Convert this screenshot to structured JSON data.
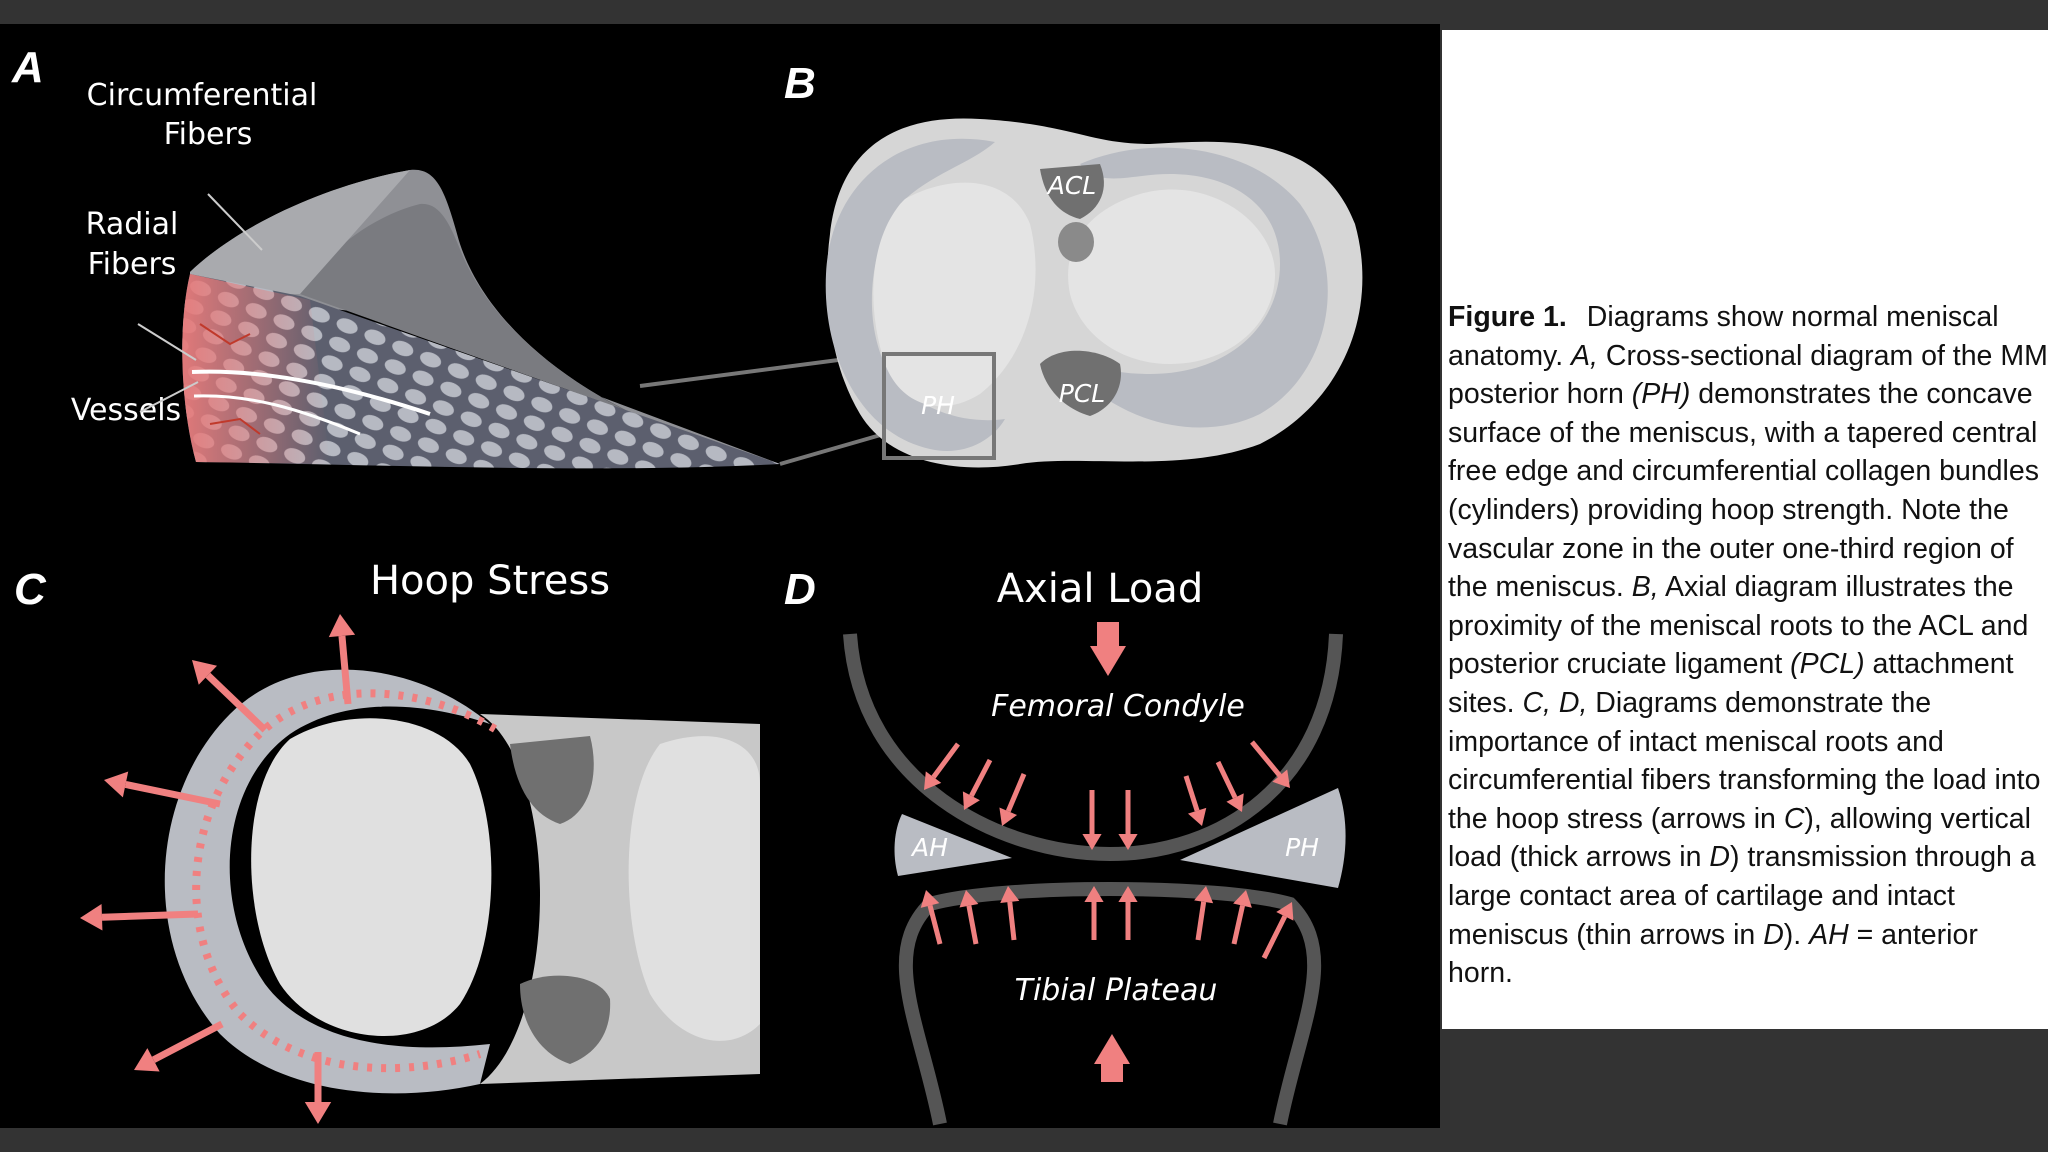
{
  "panels": {
    "a": {
      "letter": "A",
      "circumferential": [
        "Circumferential",
        "Fibers"
      ],
      "radial": [
        "Radial",
        "Fibers"
      ],
      "vessels": "Vessels"
    },
    "b": {
      "letter": "B",
      "acl": "ACL",
      "pcl": "PCL",
      "ph": "PH"
    },
    "c": {
      "letter": "C",
      "title": "Hoop Stress"
    },
    "d": {
      "letter": "D",
      "title": "Axial Load",
      "femoral": "Femoral Condyle",
      "tibial": "Tibial Plateau",
      "ah": "AH",
      "ph": "PH"
    }
  },
  "caption": {
    "label": "Figure 1.",
    "segments": [
      "Diagrams show normal meniscal anatomy. ",
      "A,",
      " Cross-sectional diagram of the MM posterior horn ",
      "(PH)",
      " demonstrates the concave surface of the meniscus, with a tapered central free edge and circumferential collagen bundles (cylinders) providing hoop strength. Note the vascular zone in the outer one-third region of the meniscus. ",
      "B,",
      " Axial diagram illustrates the proximity of the meniscal roots to the ACL and posterior cruciate ligament ",
      "(PCL)",
      " attachment sites. ",
      "C, D,",
      " Diagrams demonstrate the importance of intact meniscal roots and circumferential fibers transforming the load into the hoop stress (arrows in ",
      "C",
      "), allowing vertical load (thick arrows in ",
      "D",
      ") transmission through a large contact area of cartilage and intact meniscus (thin arrows in ",
      "D",
      "). ",
      "AH",
      " = anterior horn."
    ]
  },
  "colors": {
    "background": "#333333",
    "figure_bg": "#000000",
    "arrow": "#f08080",
    "meniscus": "#c3c6cc",
    "bone": "#dcdcdc"
  }
}
